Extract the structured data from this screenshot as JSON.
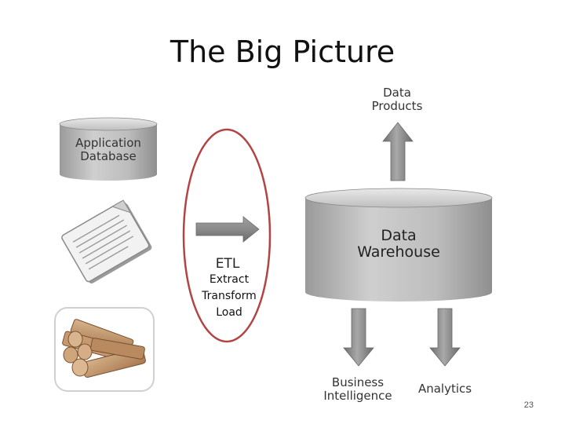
{
  "slide": {
    "title": "The Big Picture",
    "page_number": "23"
  },
  "diagram": {
    "app_db": {
      "line1": "Application",
      "line2": "Database"
    },
    "etl": {
      "label": "ETL",
      "words": [
        "Extract",
        "Transform",
        "Load"
      ]
    },
    "warehouse": {
      "line1": "Data",
      "line2": "Warehouse"
    },
    "data_products": {
      "line1": "Data",
      "line2": "Products"
    },
    "business_intelligence": {
      "line1": "Business",
      "line2": "Intelligence"
    },
    "analytics": "Analytics"
  },
  "colors": {
    "ellipse_stroke": "#b24444",
    "cylinder_body": "#b3b3b3",
    "arrow_fill": "#8a8a8a"
  }
}
